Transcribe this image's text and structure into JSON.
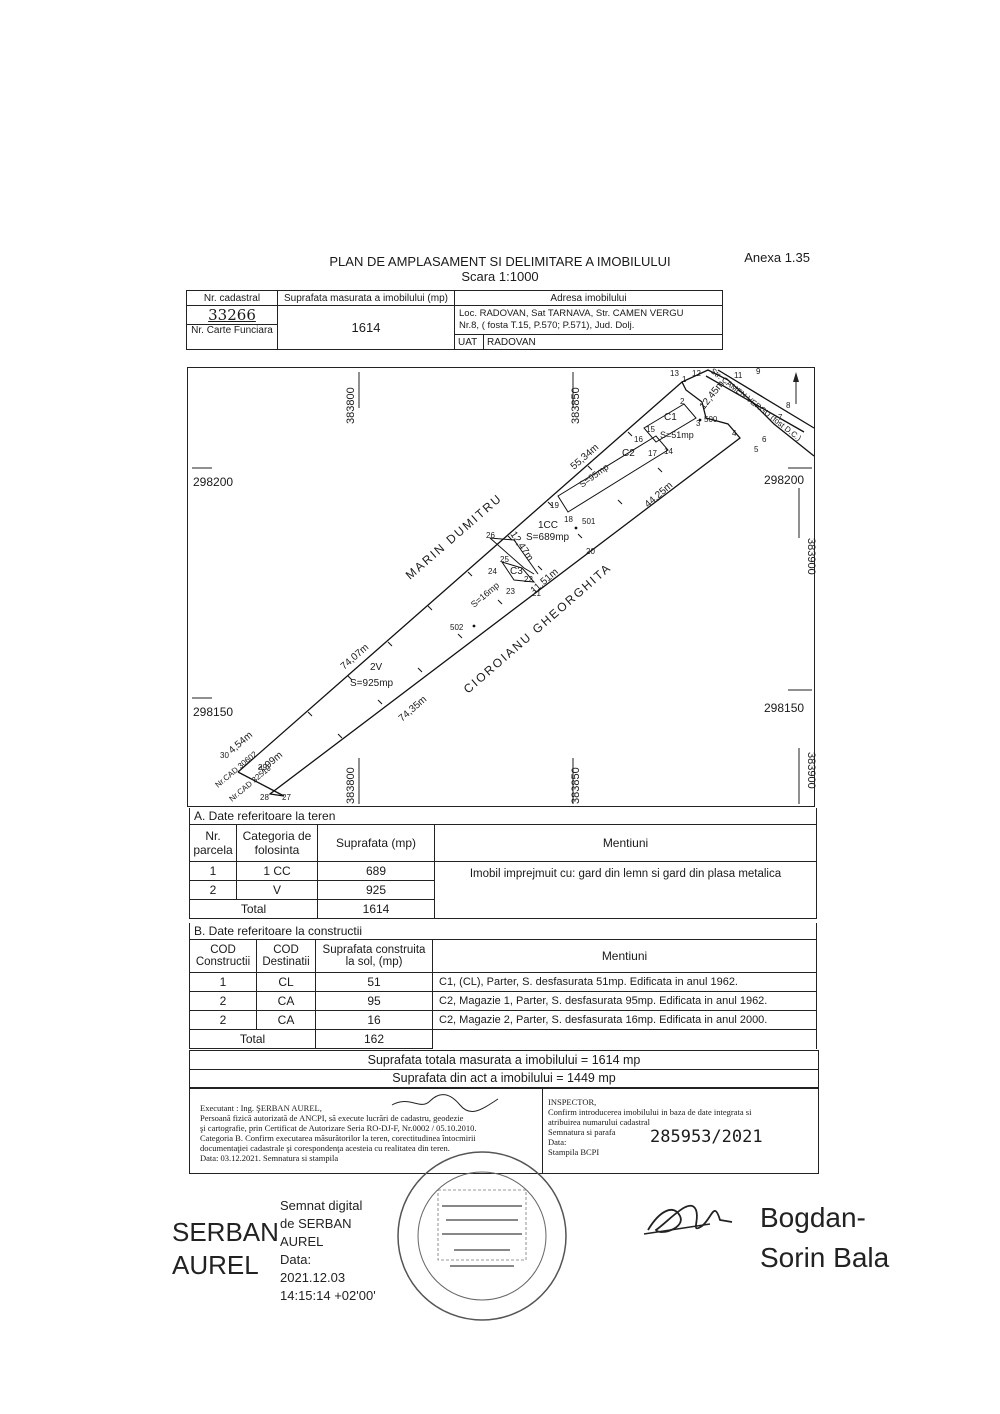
{
  "title": {
    "line1": "PLAN DE AMPLASAMENT SI DELIMITARE A IMOBILULUI",
    "line2": "Scara 1:1000",
    "annex": "Anexa 1.35"
  },
  "header_table": {
    "col1": "Nr. cadastral",
    "col2": "Suprafata masurata a imobilului (mp)",
    "col3": "Adresa imobilului",
    "cadastral_number": "33266",
    "land_book_label": "Nr. Carte Funciara",
    "area": "1614",
    "address_line1": "Loc. RADOVAN, Sat TARNAVA, Str. CAMEN VERGU",
    "address_line2": "Nr.8, ( fosta T.15, P.570; P.571), Jud. Dolj.",
    "uat_label": "UAT",
    "uat_value": "RADOVAN"
  },
  "map": {
    "grid_x": [
      "383800",
      "383850",
      "383900"
    ],
    "grid_y": [
      "298200",
      "298150"
    ],
    "neighbors": {
      "north": "MARIN DUMITRU",
      "south": "CIOROIANU GHEORGHITA",
      "street": "Str. CAMEN VERGU (fost D.C.)"
    },
    "dimensions": [
      "55,34m",
      "12,45m",
      "44,25m",
      "12,47m",
      "11,51m",
      "74,07m",
      "74,35m",
      "4,54m",
      "7,99m"
    ],
    "parcels": {
      "cc": "1CC",
      "cc_area": "S=689mp",
      "v": "2V",
      "v_area": "S=925mp"
    },
    "constructions": [
      {
        "label": "C1",
        "area": "S=51mp"
      },
      {
        "label": "C2",
        "area": "S=95mp"
      },
      {
        "label": "C3",
        "area": "S=16mp"
      }
    ],
    "points": [
      "1",
      "2",
      "3",
      "4",
      "5",
      "6",
      "7",
      "8",
      "9",
      "11",
      "12",
      "13",
      "14",
      "15",
      "16",
      "17",
      "18",
      "19",
      "20",
      "21",
      "22",
      "23",
      "24",
      "25",
      "26",
      "27",
      "28",
      "29",
      "30",
      "500",
      "501",
      "502"
    ],
    "neighbor_cad": [
      "Nr.CAD 30602",
      "Nr.CAD 32519"
    ]
  },
  "section_a": {
    "caption": "A. Date referitoare la teren",
    "headers": [
      "Nr. parcela",
      "Categoria de folosinta",
      "Suprafata (mp)",
      "Mentiuni"
    ],
    "rows": [
      {
        "nr": "1",
        "cat": "1 CC",
        "area": "689"
      },
      {
        "nr": "2",
        "cat": "V",
        "area": "925"
      }
    ],
    "total_label": "Total",
    "total_value": "1614",
    "note": "Imobil imprejmuit cu: gard din lemn  si gard din plasa metalica"
  },
  "section_b": {
    "caption": "B. Date referitoare la constructii",
    "headers": [
      "COD Constructii",
      "COD Destinatii",
      "Suprafata construita la sol, (mp)",
      "Mentiuni"
    ],
    "rows": [
      {
        "cod": "1",
        "dest": "CL",
        "area": "51",
        "note": "C1, (CL), Parter, S. desfasurata 51mp. Edificata in anul 1962."
      },
      {
        "cod": "2",
        "dest": "CA",
        "area": "95",
        "note": "C2, Magazie 1, Parter, S. desfasurata 95mp. Edificata in anul 1962."
      },
      {
        "cod": "2",
        "dest": "CA",
        "area": "16",
        "note": "C2, Magazie 2, Parter, S. desfasurata 16mp. Edificata in anul 2000."
      }
    ],
    "total_label": "Total",
    "total_value": "162"
  },
  "summary": {
    "measured": "Suprafata totala masurata a imobilului = 1614 mp",
    "deed": "Suprafata din act a imobilului = 1449 mp"
  },
  "footer": {
    "executant_lines": [
      "Executant : Ing. ŞERBAN AUREL,",
      "Persoană fizică autorizată de ANCPI, să execute lucrări  de cadastru, geodezie",
      "şi cartografie, prin Certificat de Autorizare Seria RO-DJ-F, Nr.0002 / 05.10.2010.",
      "Categoria B. Confirm executarea măsurătorilor la teren, corectitudinea întocmirii",
      "documentaţiei cadastrale şi corespondenţa acesteia cu realitatea din teren.",
      "Data: 03.12.2021.        Semnatura si stampila"
    ],
    "inspector_lines": [
      "INSPECTOR,",
      "Confirm introducerea imobilului in baza  de date integrata si",
      "atribuirea numarului cadastral",
      "Semnatura si parafa",
      "Data:",
      "Stampila BCPI"
    ],
    "registration_number": "285953/2021"
  },
  "signature": {
    "signer_name_line1": "SERBAN",
    "signer_name_line2": "AUREL",
    "digital_lines": [
      "Semnat digital",
      "de SERBAN",
      "AUREL",
      "Data:",
      "2021.12.03",
      "14:15:14 +02'00'"
    ],
    "inspector_name_line1": "Bogdan-",
    "inspector_name_line2": "Sorin Bala"
  }
}
